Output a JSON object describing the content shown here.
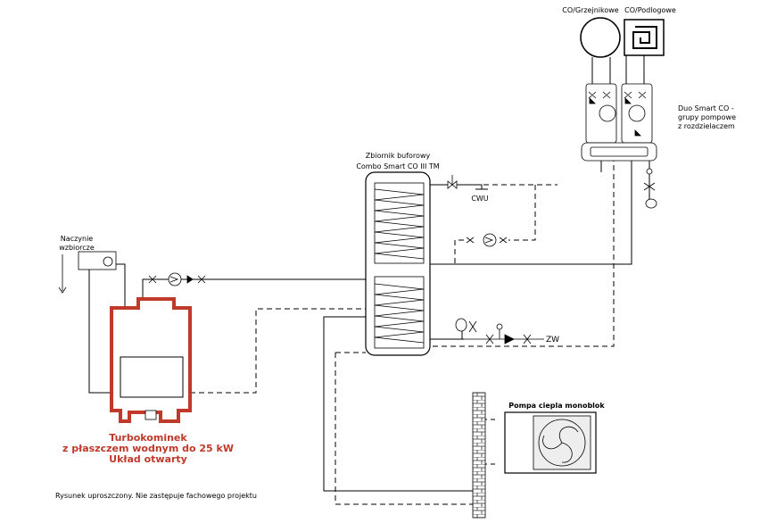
{
  "labels": {
    "co_radiator": "CO/Grzejnikowe",
    "co_floor": "CO/Podlogowe",
    "pump_group_line1": "Duo Smart CO -",
    "pump_group_line2": "grupy pompowe",
    "pump_group_line3": "z rozdzielaczem",
    "tank_line1": "Zbiornik buforowy",
    "tank_line2": "Combo Smart CO III TM",
    "cwu": "CWU",
    "zw": "ZW",
    "expansion_line1": "Naczynie",
    "expansion_line2": "wzbiorcze",
    "heatpump": "Pompa ciepla monoblok",
    "fireplace_line1": "Turbokominek",
    "fireplace_line2": "z płaszczem wodnym do 25 kW",
    "fireplace_line3": "Układ otwarty",
    "footnote": "Rysunek uproszczony. Nie zastępuje fachowego projektu"
  },
  "colors": {
    "line": "#000000",
    "fireplace": "#c0392b",
    "brick": "#555555"
  }
}
